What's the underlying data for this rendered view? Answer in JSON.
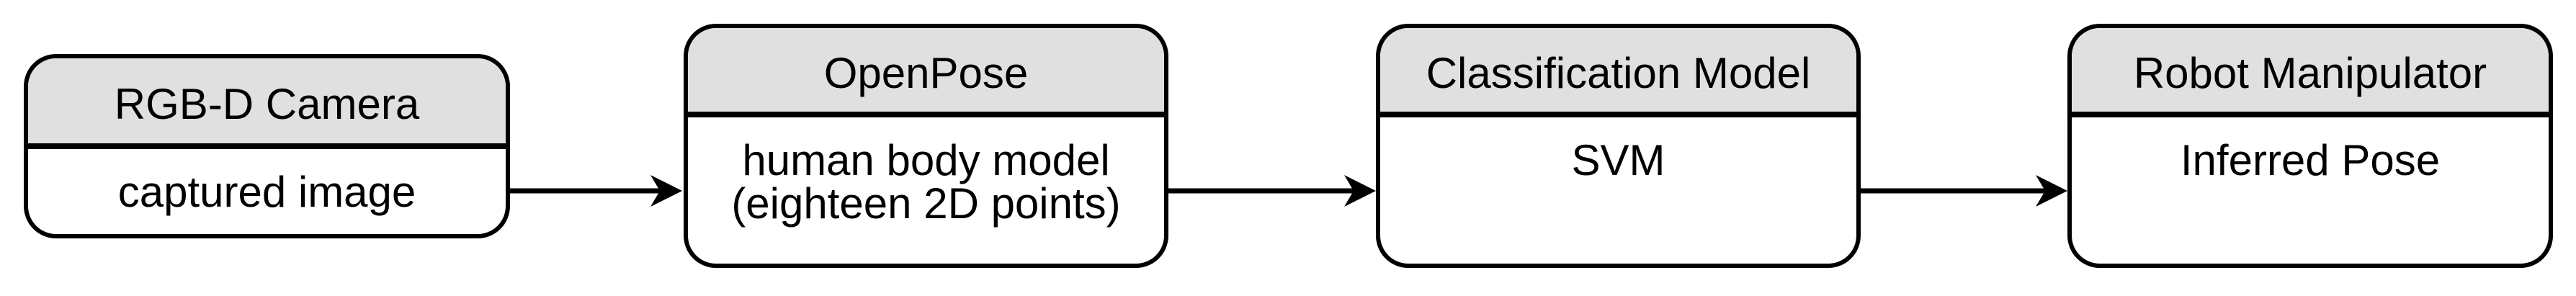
{
  "diagram": {
    "type": "flowchart",
    "direction": "left-to-right",
    "colors": {
      "background": "#ffffff",
      "node_border": "#000000",
      "header_fill": "#e0e0e0",
      "body_fill": "#ffffff",
      "text": "#000000",
      "arrow": "#000000"
    },
    "nodes": [
      {
        "id": "rgbd-camera",
        "title": "RGB-D Camera",
        "body_lines": [
          "captured image"
        ]
      },
      {
        "id": "openpose",
        "title": "OpenPose",
        "body_lines": [
          "human body model",
          "(eighteen 2D points)"
        ]
      },
      {
        "id": "classification-model",
        "title": "Classification Model",
        "body_lines": [
          "SVM"
        ]
      },
      {
        "id": "robot-manipulator",
        "title": "Robot Manipulator",
        "body_lines": [
          "Inferred Pose"
        ]
      }
    ],
    "edges": [
      {
        "from": "rgbd-camera",
        "to": "openpose"
      },
      {
        "from": "openpose",
        "to": "classification-model"
      },
      {
        "from": "classification-model",
        "to": "robot-manipulator"
      }
    ]
  }
}
